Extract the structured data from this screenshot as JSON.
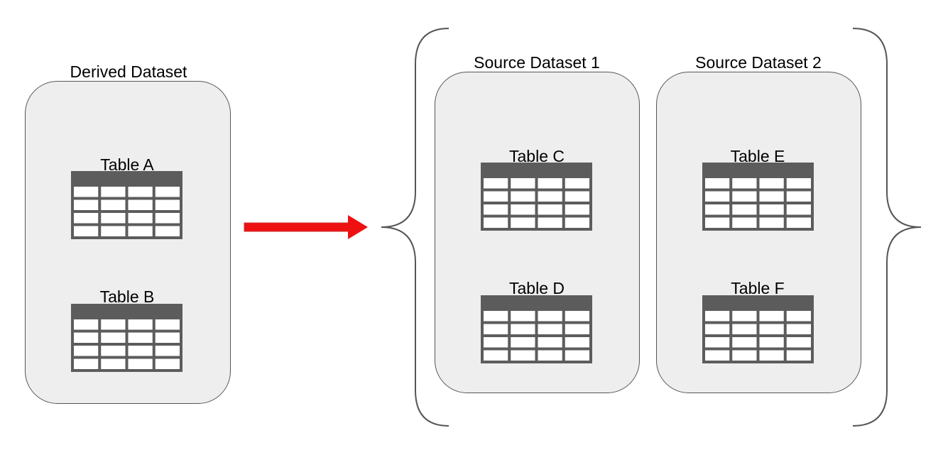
{
  "derived": {
    "title": "Derived Dataset",
    "tables": [
      {
        "label": "Table A"
      },
      {
        "label": "Table B"
      }
    ]
  },
  "sources": [
    {
      "title": "Source Dataset 1",
      "tables": [
        {
          "label": "Table C"
        },
        {
          "label": "Table D"
        }
      ]
    },
    {
      "title": "Source Dataset 2",
      "tables": [
        {
          "label": "Table E"
        },
        {
          "label": "Table F"
        }
      ]
    }
  ],
  "colors": {
    "box_fill": "#eeeeee",
    "box_border": "#555555",
    "table_icon": "#5c5c5c",
    "arrow": "#ee1111",
    "brace": "#555555"
  }
}
